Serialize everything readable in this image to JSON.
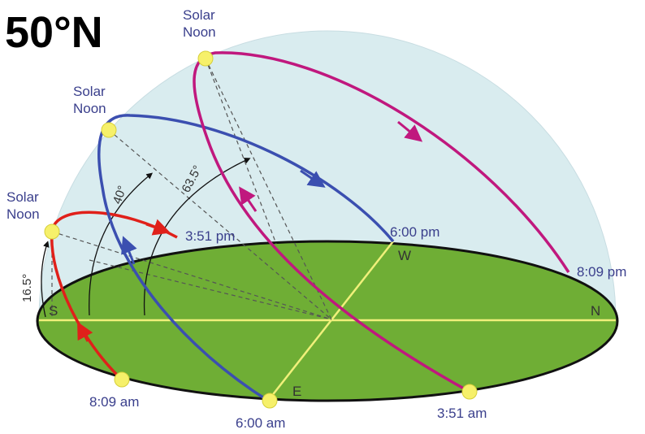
{
  "title": "50°N",
  "colors": {
    "sky_dome": "#d9ecef",
    "ground": "#6fae35",
    "winter_path": "#e0201a",
    "equinox_path": "#3b4fb0",
    "summer_path": "#c0187e",
    "axis_lines": "#f0f07a",
    "sun": "#f6f06a"
  },
  "solar_noon": {
    "winter": "Solar Noon",
    "equinox": "Solar Noon",
    "summer": "Solar Noon"
  },
  "angles": {
    "winter": "16.5°",
    "equinox": "40°",
    "summer": "63.5°"
  },
  "times": {
    "winter_sunrise": "8:09 am",
    "winter_sunset": "3:51 pm",
    "equinox_sunrise": "6:00 am",
    "equinox_sunset": "6:00 pm",
    "summer_sunrise": "3:51 am",
    "summer_sunset": "8:09 pm"
  },
  "directions": {
    "south": "S",
    "north": "N",
    "east": "E",
    "west": "W"
  }
}
